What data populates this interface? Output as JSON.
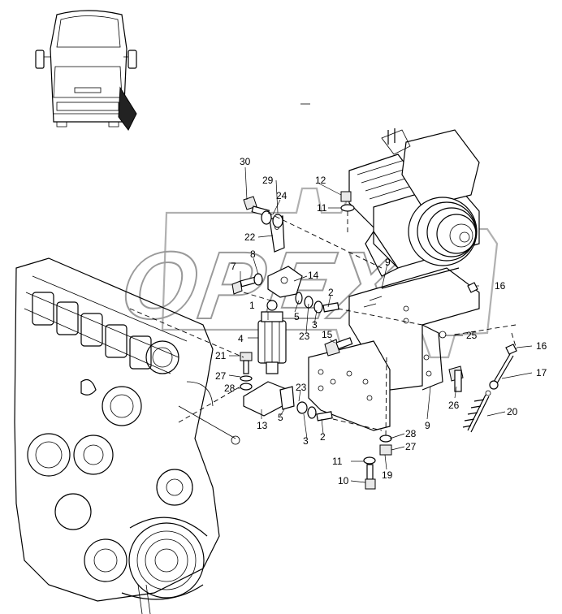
{
  "watermark": {
    "text": "OPEX"
  },
  "callouts": {
    "c1": "1",
    "c2a": "2",
    "c2b": "2",
    "c3a": "3",
    "c3b": "3",
    "c4": "4",
    "c5a": "5",
    "c5b": "5",
    "c7": "7",
    "c8": "8",
    "c9a": "9",
    "c9b": "9",
    "c10": "10",
    "c11a": "11",
    "c11b": "11",
    "c12": "12",
    "c13": "13",
    "c14": "14",
    "c15": "15",
    "c16a": "16",
    "c16b": "16",
    "c17": "17",
    "c19": "19",
    "c20": "20",
    "c21": "21",
    "c22": "22",
    "c23a": "23",
    "c23b": "23",
    "c24": "24",
    "c25": "25",
    "c26": "26",
    "c27a": "27",
    "c27b": "27",
    "c28a": "28",
    "c28b": "28",
    "c29": "29",
    "c30": "30"
  }
}
